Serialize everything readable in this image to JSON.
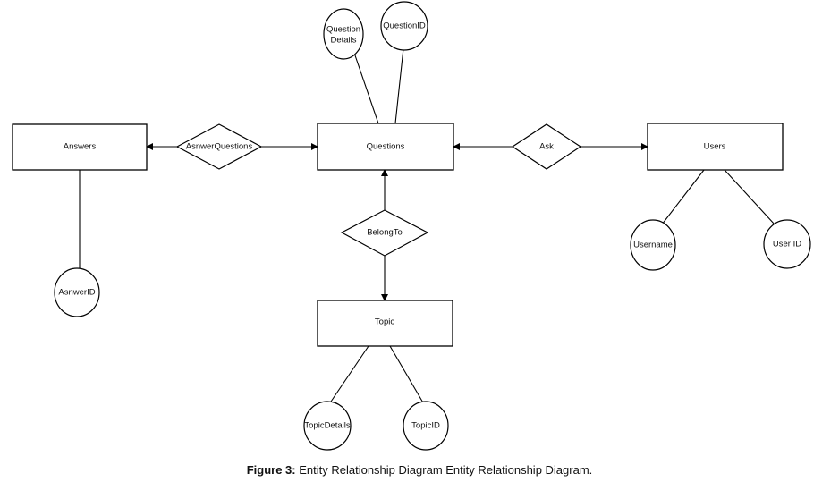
{
  "entities": {
    "answers": "Answers",
    "questions": "Questions",
    "users": "Users",
    "topic": "Topic"
  },
  "relationships": {
    "answer_questions": "AsnwerQuestions",
    "ask": "Ask",
    "belong_to": "BelongTo"
  },
  "attributes": {
    "question_details": [
      "Question",
      "Details"
    ],
    "question_id": "QuestionID",
    "answer_id": "AsnwerID",
    "username": "Username",
    "user_id": "User ID",
    "topic_details": "TopicDetails",
    "topic_id": "TopicID"
  },
  "caption": {
    "label": "Figure 3:",
    "text": " Entity Relationship Diagram Entity Relationship Diagram."
  }
}
